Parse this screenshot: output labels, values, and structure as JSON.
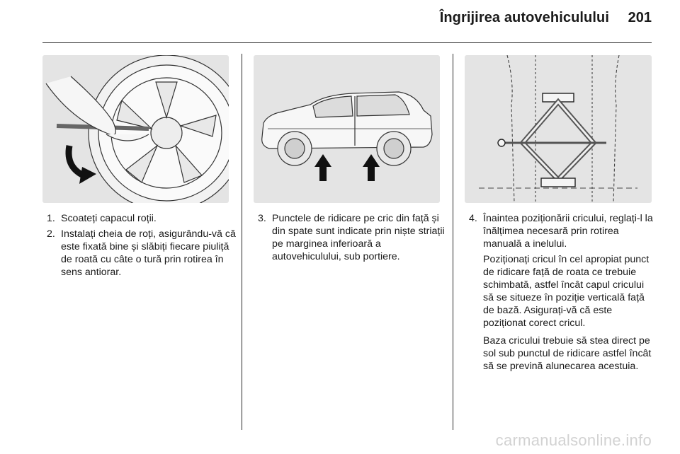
{
  "header": {
    "title": "Îngrijirea autovehiculului",
    "page_number": "201"
  },
  "columns": [
    {
      "figure_icon": "wheel-wrench-illustration",
      "steps": [
        {
          "number": "1.",
          "text": "Scoateți capacul roții."
        },
        {
          "number": "2.",
          "text": "Instalați cheia de roți, asigurându-vă că este fixată bine și slăbiți fiecare piuliță de roată cu câte o tură prin rotirea în sens antiorar."
        }
      ]
    },
    {
      "figure_icon": "car-jacking-points-illustration",
      "steps": [
        {
          "number": "3.",
          "text": "Punctele de ridicare pe cric din față și din spate sunt indicate prin niște striații pe marginea inferioară a autovehiculului, sub portiere."
        }
      ]
    },
    {
      "figure_icon": "scissor-jack-illustration",
      "steps": [
        {
          "number": "4.",
          "text": "Înaintea poziționării cricului, reglați-l la înălțimea necesară prin rotirea manuală a inelului."
        }
      ],
      "paragraphs": [
        "Poziționați cricul în cel apropiat punct de ridicare față de roata ce trebuie schimbată, astfel încât capul cricului să se situeze în poziție verticală față de bază. Asigurați-vă că este poziționat corect cricul.",
        "Baza cricului trebuie să stea direct pe sol sub punctul de ridicare astfel încât să se prevină alunecarea acestuia."
      ]
    }
  ],
  "watermark": "carmanualsonline.info"
}
